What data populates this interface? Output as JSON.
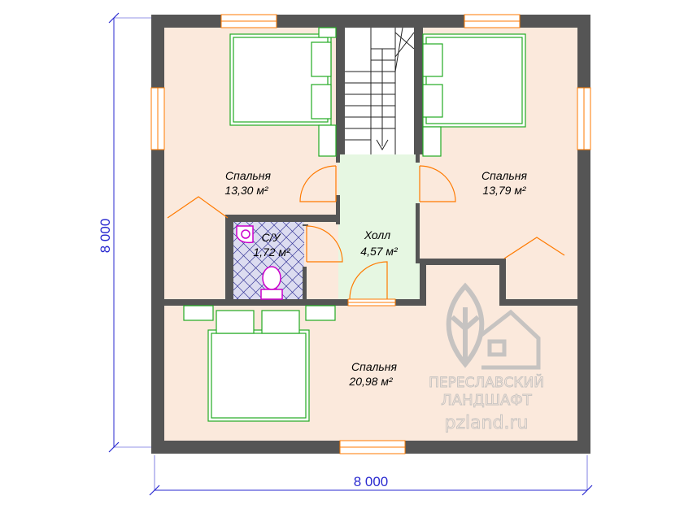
{
  "dimensions": {
    "width_label": "8 000",
    "height_label": "8 000"
  },
  "rooms": {
    "bedroom_top_left": {
      "name": "Спальня",
      "area": "13,30 м²"
    },
    "bedroom_top_right": {
      "name": "Спальня",
      "area": "13,79 м²"
    },
    "bathroom": {
      "name": "С/У",
      "area": "1,72 м²"
    },
    "hall": {
      "name": "Холл",
      "area": "4,57 м²"
    },
    "bedroom_bottom": {
      "name": "Спальня",
      "area": "20,98 м²"
    }
  },
  "watermark": {
    "line1": "ПЕРЕСЛАВСКИЙ",
    "line2": "ЛАНДШАФТ",
    "url": "pzland.ru"
  },
  "colors": {
    "wall": "#555555",
    "floor": "#fbe9dc",
    "hall_floor": "#e6f7e2",
    "bathroom_floor": "#dcdcf0",
    "furniture": "#22aa22",
    "doors": "#ff7a00",
    "sanitary": "#cc00cc",
    "dimension": "#2a2ad0",
    "logo": "#bdbdbd"
  }
}
